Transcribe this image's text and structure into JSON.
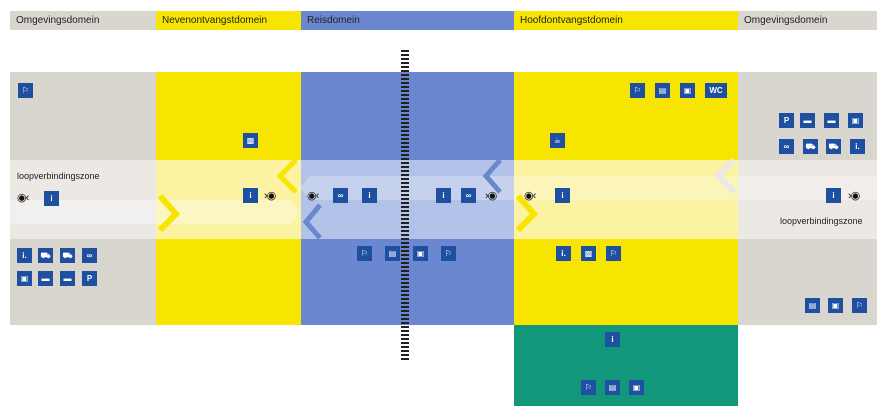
{
  "domains": {
    "left_surround": "Omgevingsdomein",
    "secondary_entry": "Nevenontvangstdomein",
    "travel": "Reisdomein",
    "main_entry": "Hoofdontvangstdomein",
    "right_surround": "Omgevingsdomein"
  },
  "zones": {
    "left_label": "loopverbindingszone",
    "right_label": "loopverbindingszone"
  },
  "icon_text": {
    "wc": "WC",
    "parking": "P",
    "info": "i."
  },
  "colors": {
    "surround": "#d9d5cf",
    "yellow": "#f7e500",
    "blue": "#6a87cf",
    "green": "#13977a",
    "icon": "#1f4fa0"
  }
}
